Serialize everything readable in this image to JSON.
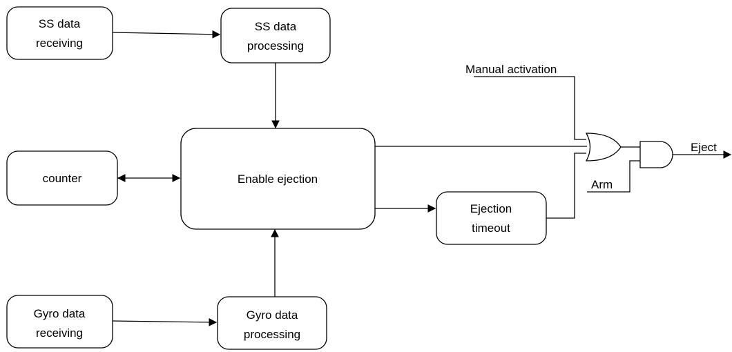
{
  "diagram": {
    "nodes": {
      "ss_receiving": {
        "line1": "SS data",
        "line2": "receiving"
      },
      "ss_processing": {
        "line1": "SS data",
        "line2": "processing"
      },
      "counter": {
        "line1": "counter"
      },
      "enable_ejection": {
        "line1": "Enable ejection"
      },
      "ejection_timeout": {
        "line1": "Ejection",
        "line2": "timeout"
      },
      "gyro_receiving": {
        "line1": "Gyro data",
        "line2": "receiving"
      },
      "gyro_processing": {
        "line1": "Gyro data",
        "line2": "processing"
      }
    },
    "signals": {
      "manual_activation": "Manual activation",
      "arm": "Arm",
      "eject": "Eject"
    },
    "gates": {
      "or_gate": "or-gate",
      "and_gate": "and-gate"
    },
    "colors": {
      "stroke": "#000000",
      "fill": "#ffffff"
    }
  }
}
